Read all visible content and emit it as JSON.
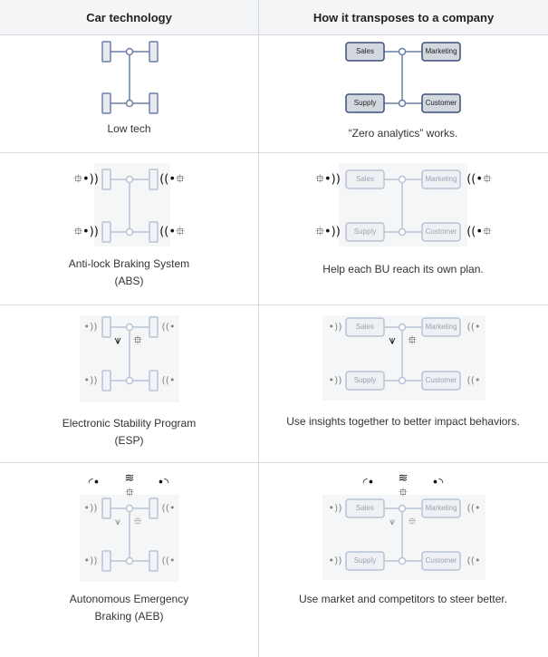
{
  "headers": {
    "left": "Car technology",
    "right": "How it transposes to a company"
  },
  "rows": [
    {
      "tech": "Low tech",
      "company": "“Zero analytics” works."
    },
    {
      "tech": "Anti-lock Braking System (ABS)",
      "company": "Help each BU reach its own plan."
    },
    {
      "tech": "Electronic Stability Program (ESP)",
      "company": "Use insights together to better impact behaviors."
    },
    {
      "tech": "Autonomous Emergency Braking (AEB)",
      "company": "Use market and competitors to steer better."
    }
  ],
  "company_boxes": {
    "sales": "Sales",
    "marketing": "Marketing",
    "supply": "Supply",
    "customer": "Customer"
  },
  "icons": {
    "chip": "chip-icon",
    "wheel_signal": "wheel-signal-icon",
    "wifi": "wifi-icon"
  },
  "colors": {
    "line": "#6a7fa6",
    "box_fill": "#d3d7de",
    "box_border": "#3d4f7a",
    "faint": "#b9c3d6",
    "header_bg": "#f4f5f7"
  }
}
